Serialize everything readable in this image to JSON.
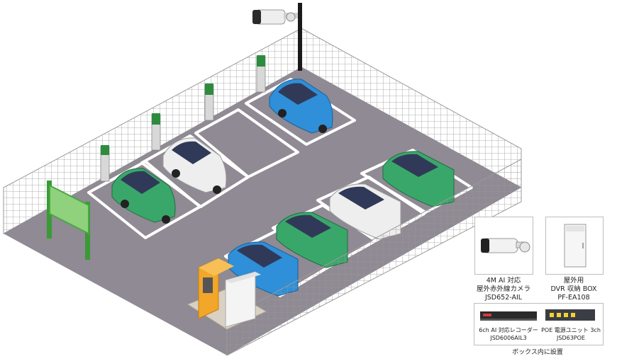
{
  "products": [
    {
      "id": "camera",
      "lines": [
        "4M AI 対応",
        "屋外赤外線カメラ",
        "JSD652-AIL"
      ]
    },
    {
      "id": "box",
      "lines": [
        "屋外用",
        "DVR 収納 BOX",
        "PF-EA108"
      ]
    },
    {
      "id": "recorder",
      "lines": [
        "6ch AI 対応レコーダー",
        "JSD6006AIL3"
      ]
    },
    {
      "id": "poe",
      "lines": [
        "POE 電源ユニット 3ch",
        "JSD63POE"
      ]
    }
  ],
  "footnote": "ボックス内に設置",
  "colors": {
    "asphalt": "#8f8a93",
    "fence": "#9a9a9a",
    "sign_green": "#4aa842",
    "charger_green": "#2e8b3e",
    "box_orange": "#f2a62a",
    "car_blue": "#2f8fd8",
    "car_green": "#3aa76a",
    "car_white": "#eeeeee"
  },
  "icons": [
    "bullet-camera-icon",
    "outdoor-box-icon",
    "recorder-icon",
    "poe-switch-icon"
  ]
}
